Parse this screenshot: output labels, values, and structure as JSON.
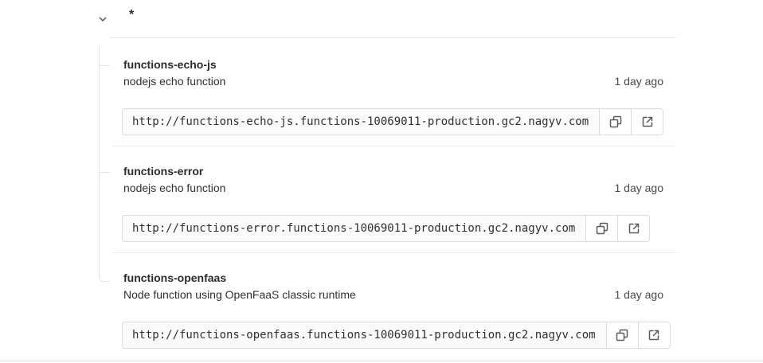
{
  "environment": {
    "name": "*",
    "expand_icon": "chevron-down"
  },
  "functions": [
    {
      "name": "functions-echo-js",
      "description": "nodejs echo function",
      "updated": "1 day ago",
      "url": "http://functions-echo-js.functions-10069011-production.gc2.nagyv.com"
    },
    {
      "name": "functions-error",
      "description": "nodejs echo function",
      "updated": "1 day ago",
      "url": "http://functions-error.functions-10069011-production.gc2.nagyv.com"
    },
    {
      "name": "functions-openfaas",
      "description": "Node function using OpenFaaS classic runtime",
      "updated": "1 day ago",
      "url": "http://functions-openfaas.functions-10069011-production.gc2.nagyv.com"
    }
  ],
  "icons": {
    "collapse": "chevron-down-icon",
    "copy": "copy-icon",
    "open": "external-link-icon"
  },
  "colors": {
    "text": "#303030",
    "border": "#dbdbdb",
    "input_background": "#fafafa",
    "separator": "#ededed",
    "icon": "#5b5b5b"
  }
}
